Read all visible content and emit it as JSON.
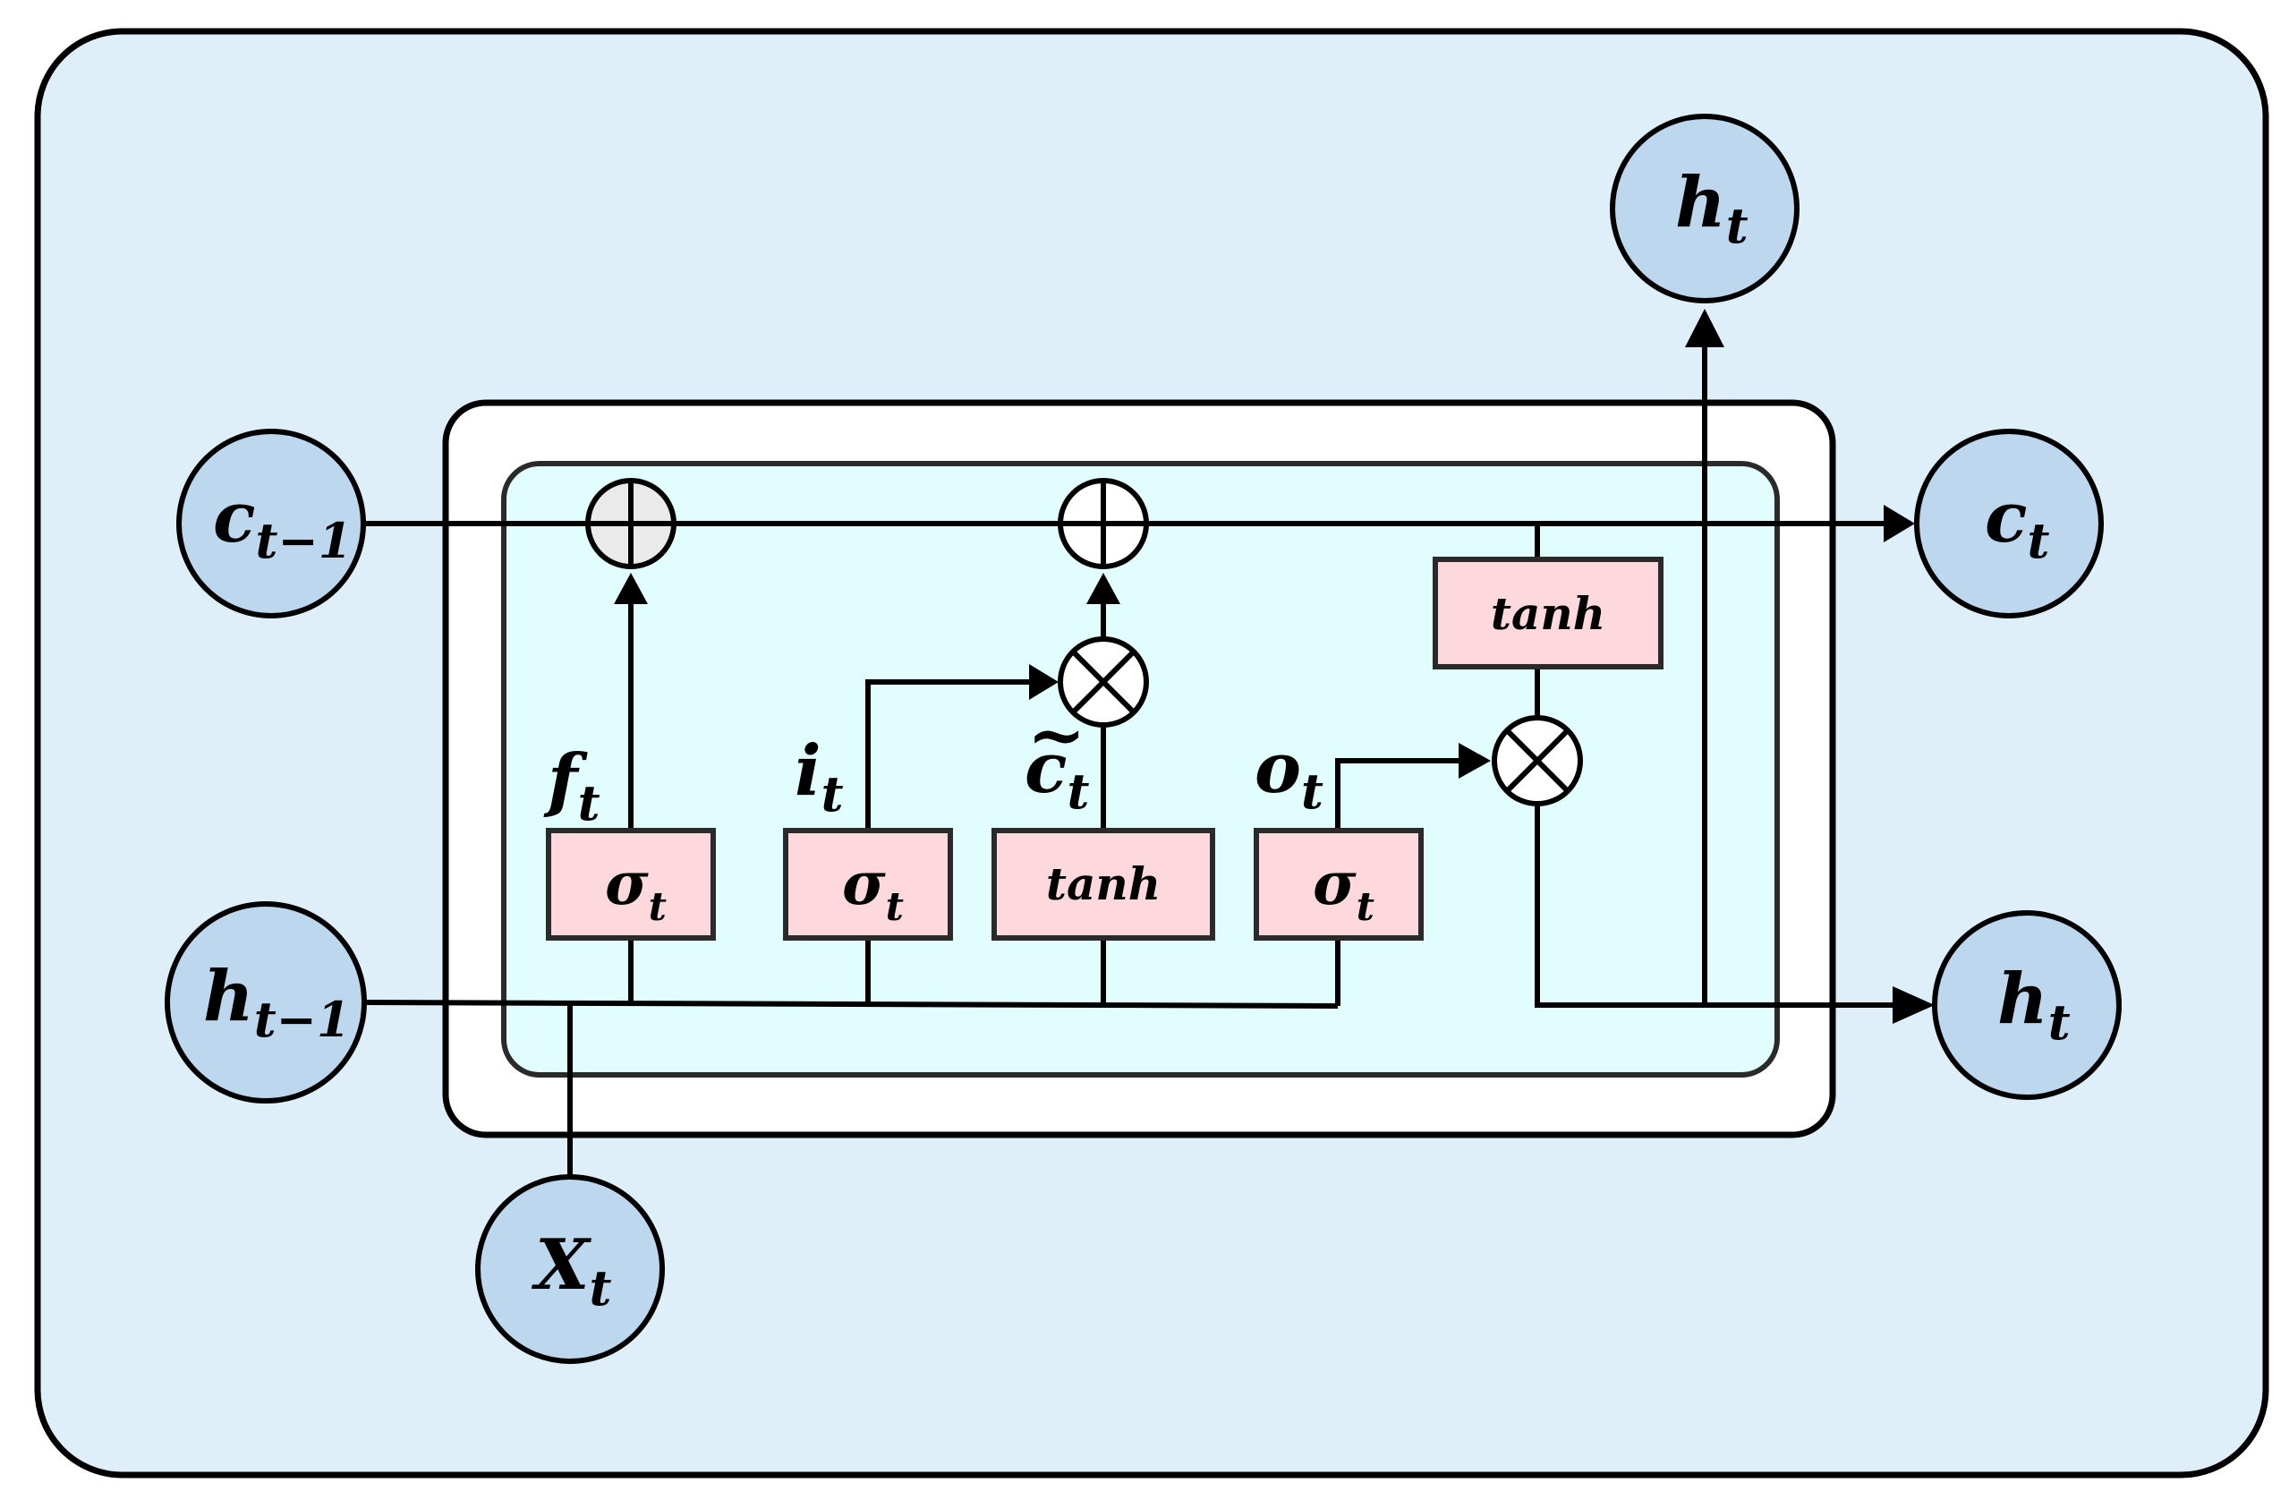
{
  "diagram": {
    "colors": {
      "outer_background": "#dfeff9",
      "inner_background": "#e2fdfe",
      "node_fill": "#bdd7ee",
      "gate_fill": "#fdd9de",
      "line": "#000000"
    },
    "nodes": {
      "c_prev": {
        "main": "c",
        "sub": "t−1"
      },
      "h_prev": {
        "main": "h",
        "sub": "t−1"
      },
      "x_t": {
        "main": "X",
        "sub": "t"
      },
      "c_t": {
        "main": "c",
        "sub": "t"
      },
      "h_t_right": {
        "main": "h",
        "sub": "t"
      },
      "h_t_top": {
        "main": "h",
        "sub": "t"
      }
    },
    "gates": {
      "forget": {
        "label": "σ",
        "sub": "t"
      },
      "input": {
        "label": "σ",
        "sub": "t"
      },
      "candidate": {
        "label": "tanh"
      },
      "output": {
        "label": "σ",
        "sub": "t"
      },
      "cell_tanh": {
        "label": "tanh"
      }
    },
    "gate_outputs": {
      "f": {
        "main": "f",
        "sub": "t"
      },
      "i": {
        "main": "i",
        "sub": "t"
      },
      "c_tilde": {
        "main": "c",
        "sub": "t",
        "accent": "~"
      },
      "o": {
        "main": "o",
        "sub": "t"
      }
    },
    "operators": {
      "add": "⊕",
      "multiply": "⊗"
    }
  }
}
